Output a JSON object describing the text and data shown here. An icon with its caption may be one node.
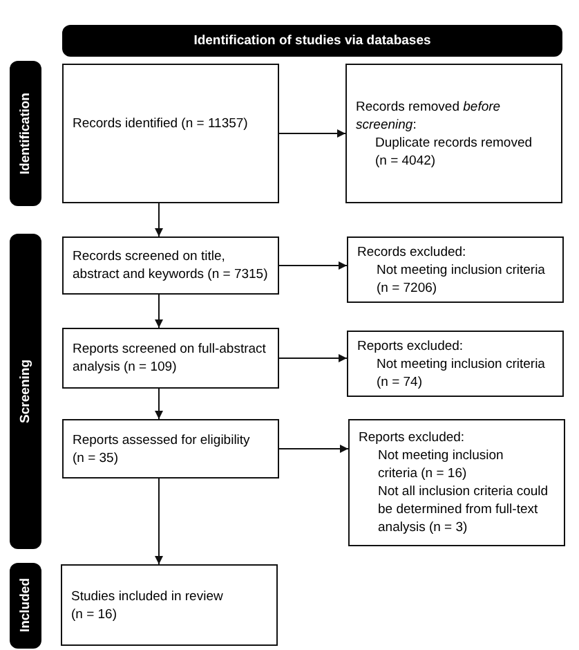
{
  "diagram": {
    "nodes": [
      {
        "text": [
          "Identification of studies via databases"
        ]
      },
      {
        "text": [
          "Identification"
        ]
      },
      {
        "text": [
          "Records identified (n = 11357)"
        ]
      },
      {
        "text": [
          "Records removed *before screening*:",
          "Duplicate records removed (n = 4042)"
        ]
      },
      {
        "text": [
          "Screening"
        ]
      },
      {
        "text": [
          "Records screened on title, abstract and keywords (n = 7315)"
        ]
      },
      {
        "text": [
          "Records excluded:",
          "Not meeting inclusion criteria (n = 7206)"
        ]
      },
      {
        "text": [
          "Reports screened on full-abstract analysis (n = 109)"
        ]
      },
      {
        "text": [
          "Reports excluded:",
          "Not meeting inclusion criteria (n = 74)"
        ]
      },
      {
        "text": [
          "Reports assessed for eligibility (n = 35)"
        ]
      },
      {
        "text": [
          "Reports excluded:",
          "Not meeting inclusion criteria (n = 16)",
          "Not all inclusion criteria could be determined from full-text analysis (n = 3)"
        ]
      },
      {
        "text": [
          "Included"
        ]
      },
      {
        "text": [
          "Studies included in review (n = 16)"
        ]
      }
    ],
    "edges": [
      {
        "from": 2,
        "to": 3,
        "arrow": "to"
      },
      {
        "from": 2,
        "to": 5,
        "arrow": "to"
      },
      {
        "from": 5,
        "to": 6,
        "arrow": "to"
      },
      {
        "from": 5,
        "to": 7,
        "arrow": "to"
      },
      {
        "from": 7,
        "to": 8,
        "arrow": "to"
      },
      {
        "from": 7,
        "to": 9,
        "arrow": "to"
      },
      {
        "from": 9,
        "to": 10,
        "arrow": "to"
      },
      {
        "from": 9,
        "to": 12,
        "arrow": "to"
      }
    ]
  }
}
